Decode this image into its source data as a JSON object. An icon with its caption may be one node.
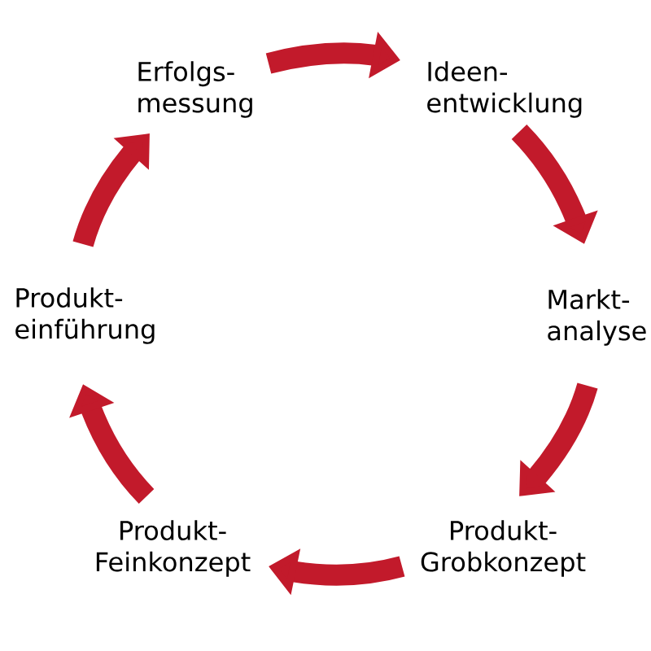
{
  "diagram": {
    "nodes": [
      {
        "text": [
          "Erfolgs- messung"
        ]
      },
      {
        "text": [
          "Ideen- entwicklung"
        ]
      },
      {
        "text": [
          "Produkt- einführung"
        ]
      },
      {
        "text": [
          "Markt- analyse"
        ]
      },
      {
        "text": [
          "Produkt- Feinkonzept"
        ]
      },
      {
        "text": [
          "Produkt- Grobkonzept"
        ]
      }
    ],
    "edges": [
      {
        "from": 0,
        "to": 1,
        "arrow": "to"
      },
      {
        "from": 1,
        "to": 3,
        "arrow": "to"
      },
      {
        "from": 3,
        "to": 5,
        "arrow": "to"
      },
      {
        "from": 5,
        "to": 4,
        "arrow": "to"
      },
      {
        "from": 4,
        "to": 2,
        "arrow": "to"
      },
      {
        "from": 2,
        "to": 0,
        "arrow": "to"
      }
    ]
  }
}
